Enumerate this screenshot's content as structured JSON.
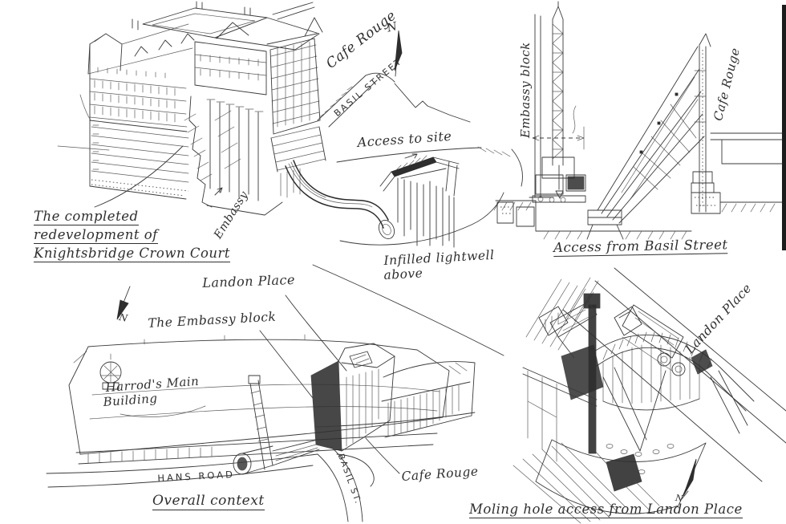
{
  "page": {
    "paper_color": "#ffffff",
    "ink_color": "#3a3a3a"
  },
  "panels": {
    "completed_redevelopment": {
      "caption_line1": "The completed",
      "caption_line2": "redevelopment of",
      "caption_line3": "Knightsbridge Crown Court",
      "labels": {
        "cafe_rouge": "Cafe Rouge",
        "basil_street": "BASIL STREET",
        "north": "N",
        "access_to_site": "Access to site",
        "embassy": "Embassy",
        "infilled_lightwell_line1": "Infilled lightwell",
        "infilled_lightwell_line2": "above"
      }
    },
    "access_from_basil_street": {
      "caption": "Access from Basil Street",
      "labels": {
        "embassy_block": "Embassy block",
        "cafe_rouge": "Cafe Rouge"
      }
    },
    "overall_context": {
      "caption": "Overall context",
      "labels": {
        "landon_place": "Landon Place",
        "the_embassy_block": "The Embassy block",
        "north": "N",
        "harrods_line1": "Harrod's Main",
        "harrods_line2": "Building",
        "hans_road": "HANS ROAD",
        "basil_st": "BASIL ST.",
        "cafe_rouge": "Cafe Rouge"
      }
    },
    "moling_hole_access": {
      "caption": "Moling hole access from Landon Place",
      "labels": {
        "landon_place": "Landon Place",
        "north": "N"
      }
    }
  }
}
